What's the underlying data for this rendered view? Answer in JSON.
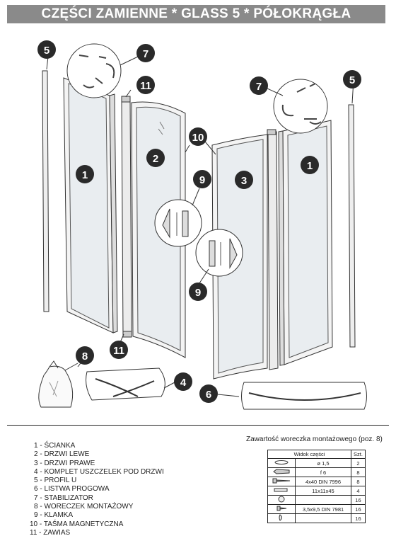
{
  "title": "CZĘŚCI ZAMIENNE * GLASS 5 * PÓŁOKRĄGŁA",
  "callouts": {
    "c1a": "1",
    "c1b": "1",
    "c2": "2",
    "c3": "3",
    "c4": "4",
    "c5a": "5",
    "c5b": "5",
    "c6": "6",
    "c7a": "7",
    "c7b": "7",
    "c8": "8",
    "c9a": "9",
    "c9b": "9",
    "c10": "10",
    "c11a": "11",
    "c11b": "11"
  },
  "legend": [
    "1 - ŚCIANKA",
    "2 - DRZWI LEWE",
    "3 - DRZWI PRAWE",
    "4 - KOMPLET USZCZELEK POD DRZWI",
    "5 - PROFIL U",
    "6 - LISTWA PROGOWA",
    "7 - STABILIZATOR",
    "8 - WORECZEK MONTAŻOWY",
    "9 - KLAMKA",
    "10 - TAŚMA MAGNETYCZNA",
    "11 - ZAWIAS"
  ],
  "bag_contents": {
    "title": "Zawartość woreczka montażowego (poz. 8)",
    "headers": {
      "view": "Widok części",
      "qty": "Szt."
    },
    "rows": [
      {
        "icon": "washer-icon",
        "label": "ø 1,5",
        "qty": "2"
      },
      {
        "icon": "wall-plug-icon",
        "label": "f 6",
        "qty": "8"
      },
      {
        "icon": "screw-icon",
        "label": "4x40 DIN 7996",
        "qty": "8"
      },
      {
        "icon": "pin-icon",
        "label": "11x11x45",
        "qty": "4"
      },
      {
        "icon": "cap-icon",
        "label": "",
        "qty": "16"
      },
      {
        "icon": "small-screw-icon",
        "label": "3,5x9,5 DIN 7981",
        "qty": "16"
      },
      {
        "icon": "cover-icon",
        "label": "",
        "qty": "16"
      }
    ]
  },
  "colors": {
    "title_bg": "#8a8a8a",
    "callout_bg": "#2a2a2a",
    "line": "#333333",
    "glass": "#f2f2f2"
  }
}
